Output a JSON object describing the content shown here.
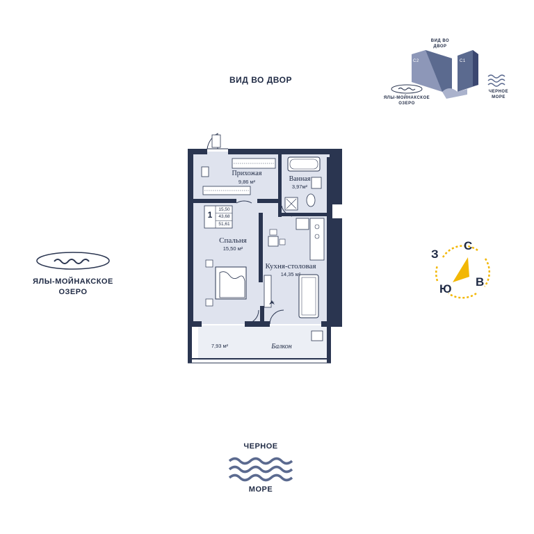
{
  "headings": {
    "courtyard_view": "ВИД ВО ДВОР",
    "lake": "ЯЛЫ-МОЙНАКСКОЕ\nОЗЕРО",
    "sea_top": "ЧЕРНОЕ",
    "sea_bottom": "МОРЕ"
  },
  "rooms": {
    "hallway": {
      "name": "Прихожая",
      "area": "9,86 м²"
    },
    "bathroom": {
      "name": "Ванная",
      "area": "3,97м²"
    },
    "bedroom": {
      "name": "Спальня",
      "area": "15,50 м²"
    },
    "kitchen": {
      "name": "Кухня-столовая",
      "area": "14,35 м²"
    },
    "balcony": {
      "name": "Балкон",
      "area": "7,93 м²"
    }
  },
  "info_box": {
    "rooms_count": "1",
    "values": [
      "15,50",
      "43,68",
      "51,61"
    ]
  },
  "compass": {
    "north": "С",
    "east": "В",
    "south": "Ю",
    "west": "З"
  },
  "minimap": {
    "courtyard": "ВИД ВО\nДВОР",
    "block_c2": "С2",
    "block_c1": "С1",
    "lake": "ЯЛЫ-МОЙНАКСКОЕ\nОЗЕРО",
    "sea": "ЧЕРНОЕ\nМОРЕ"
  },
  "colors": {
    "wall": "#2a3550",
    "floor": "#dfe3ee",
    "accent": "#f2b705",
    "text": "#1f2a44"
  }
}
